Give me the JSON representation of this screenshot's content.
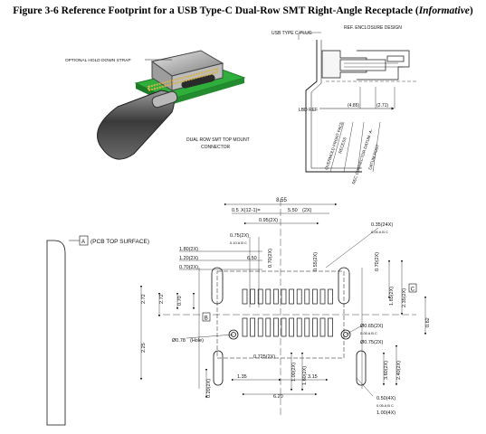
{
  "figure": {
    "title_prefix": "Figure 3-6  Reference Footprint for a USB Type-C Dual-Row SMT Right-Angle Receptacle (",
    "title_italic": "Informative",
    "title_suffix": ")"
  },
  "photo": {
    "strap_label": "OPTIONAL HOLD DOWN STRAP",
    "connector_label_1": "DUAL ROW SMT TOP MOUNT",
    "connector_label_2": "CONNECTOR"
  },
  "side_view": {
    "plug_label": "USB TYPE C PLUG",
    "enclosure_label": "REF. ENCLOSURE DESIGN",
    "lbd_ref": "LBD REF",
    "dim_485": "(4.85)",
    "dim_271": "(2.71)",
    "rot_labels": [
      "OVERMOLD FRONT FACE",
      "RECESS",
      "REC CONNECTOR DATUM -A-",
      "DATUM POST"
    ]
  },
  "footprint": {
    "datum_a": "A",
    "pcb_top_surface": "(PCB TOP SURFACE)",
    "dim_855": "8.55",
    "dim_050": "0.5",
    "dim_050_mult": "X(12-1)=",
    "dim_550": "5.50",
    "dim_550_suffix": "(2X)",
    "dim_095": "0.95(2X)",
    "dim_035": "0.35(24X)",
    "dim_075": "0.75(2X)",
    "dim_180": "1.80(2X)",
    "dim_120": "1.20(2X)",
    "dim_070": "0.70(2X)",
    "dim_650": "6.50",
    "dim_070v": "0.70(2X)",
    "dim_055": "0.55(2X)",
    "dim_070r": "0.70(2X)",
    "dim_185": "1.85(2X)",
    "dim_235": "2.35(2X)",
    "datum_b": "B",
    "datum_c": "C",
    "dim_645": "Ø0.65(2X)",
    "dim_062": "0.62",
    "dim_075d": "Ø0.75(2X)",
    "dim_078": "Ø0.78",
    "dim_078_suffix": "(Hole)",
    "dim_272": "2.72",
    "dim_272b": "2.72",
    "dim_070l": "0.70",
    "dim_625": "2.25",
    "dim_725": "0.725(2X)",
    "dim_100": "1.00(2X)",
    "dim_160": "1.60(2X)",
    "dim_020": "0.20(2X)",
    "dim_135": "1.35",
    "dim_620": "6.20",
    "dim_315": "3.15",
    "dim_360": "3.60(2X)",
    "dim_240": "2.40(2X)",
    "dim_050r": "0.50(4X)",
    "dim_100r": "1.00(4X)",
    "fcf_a": "0.05 A B C",
    "fcf_b": "0.10 A B C"
  }
}
